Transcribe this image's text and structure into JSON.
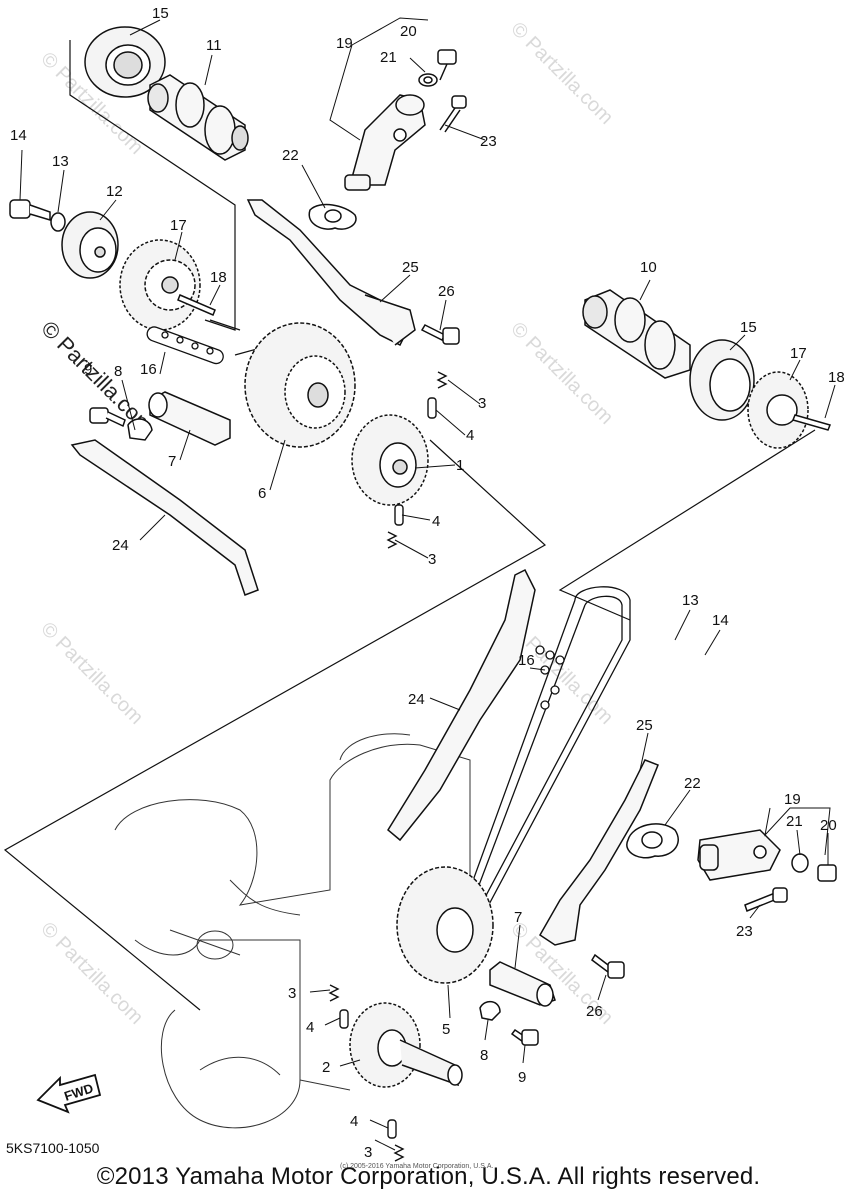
{
  "watermark": "© Partzilla.com",
  "fwd_label": "FWD",
  "part_code": "5KS7100-1050",
  "small_credit": "(c) 2005-2016 Yamaha Motor Corporation, U.S.A.",
  "copyright": "©2013 Yamaha Motor Corporation, U.S.A. All rights reserved.",
  "callouts": {
    "c15a": "15",
    "c11": "11",
    "c19a": "19",
    "c20a": "20",
    "c21a": "21",
    "c23a": "23",
    "c14a": "14",
    "c13a": "13",
    "c12": "12",
    "c17a": "17",
    "c18a": "18",
    "c22a": "22",
    "c25a": "25",
    "c26a": "26",
    "c10": "10",
    "c15b": "15",
    "c17b": "17",
    "c18b": "18",
    "c16a": "16",
    "c9a": "9",
    "c8a": "8",
    "c7a": "7",
    "c6": "6",
    "c3a": "3",
    "c4a": "4",
    "c1": "1",
    "c4b": "4",
    "c3b": "3",
    "c24a": "24",
    "c13b": "13",
    "c14b": "14",
    "c16b": "16",
    "c24b": "24",
    "c25b": "25",
    "c22b": "22",
    "c19b": "19",
    "c21b": "21",
    "c20b": "20",
    "c23b": "23",
    "c7b": "7",
    "c26b": "26",
    "c5": "5",
    "c3c": "3",
    "c4c": "4",
    "c2": "2",
    "c8b": "8",
    "c9b": "9",
    "c4d": "4",
    "c3d": "3"
  }
}
